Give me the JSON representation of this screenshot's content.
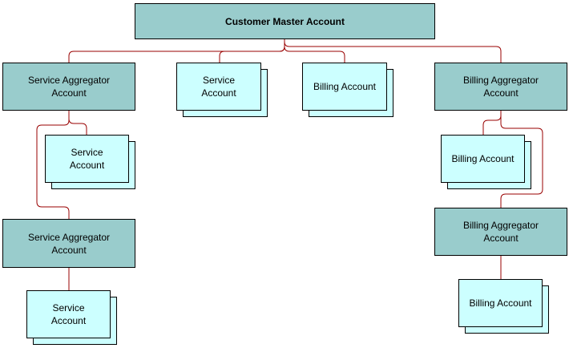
{
  "diagram": {
    "root": {
      "label": "Customer Master Account"
    },
    "service_aggregator_1": {
      "label": "Service Aggregator\nAccount"
    },
    "service_account_top": {
      "label": "Service\nAccount"
    },
    "billing_account_top": {
      "label": "Billing Account"
    },
    "billing_aggregator_1": {
      "label": "Billing Aggregator\nAccount"
    },
    "service_account_left_1": {
      "label": "Service\nAccount"
    },
    "billing_account_right_1": {
      "label": "Billing Account"
    },
    "service_aggregator_2": {
      "label": "Service Aggregator\nAccount"
    },
    "billing_aggregator_2": {
      "label": "Billing Aggregator\nAccount"
    },
    "service_account_left_2": {
      "label": "Service\nAccount"
    },
    "billing_account_right_2": {
      "label": "Billing Account"
    }
  },
  "colors": {
    "aggregator_fill": "#99cccc",
    "account_fill": "#ccffff",
    "connector": "#990000"
  }
}
